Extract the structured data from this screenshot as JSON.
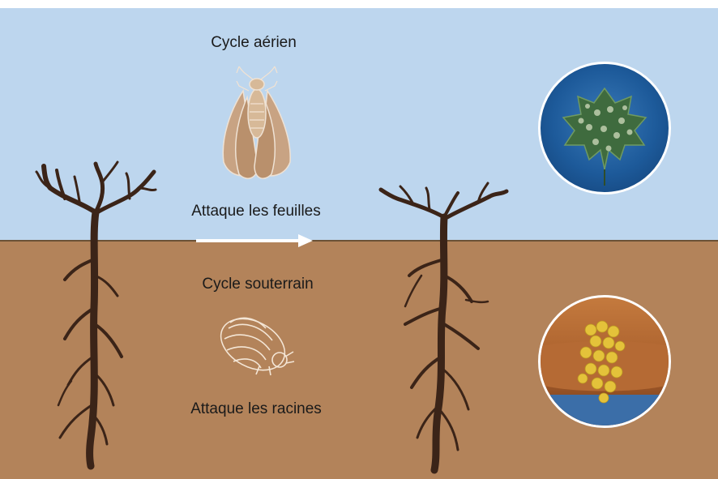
{
  "diagram": {
    "aerial": {
      "title": "Cycle aérien",
      "caption": "Attaque les feuilles",
      "icon": "winged-aphid-icon",
      "photo": "infested-leaf-photo"
    },
    "underground": {
      "title": "Cycle souterrain",
      "caption": "Attaque les racines",
      "icon": "root-aphid-icon",
      "photo": "root-nodule-photo"
    },
    "arrow_direction": "left-to-right",
    "colors": {
      "sky": "#bdd6ee",
      "soil": "#b3835a",
      "vine": "#3b2418",
      "insect": "#c9a17e",
      "arrow": "#ffffff"
    }
  }
}
